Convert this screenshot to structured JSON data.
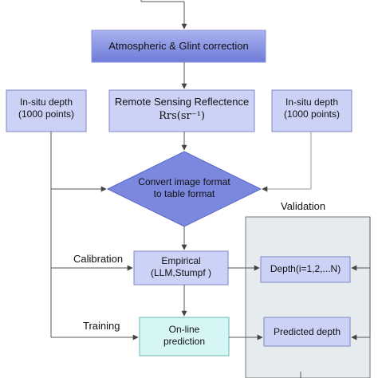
{
  "nodes": {
    "atmospheric": "Atmospheric & Glint correction",
    "rrs_title": "Remote Sensing Reflectence",
    "rrs_formula": "Rrs(sr⁻¹)",
    "insitu_left_line1": "In-situ depth",
    "insitu_left_line2": "(1000 points)",
    "insitu_right_line1": "In-situ depth",
    "insitu_right_line2": "(1000 points)",
    "convert_line1": "Convert image format",
    "convert_line2": "to table format",
    "empirical_line1": "Empirical",
    "empirical_line2": "(LLM,Stumpf )",
    "depth": "Depth(i=1,2,...N)",
    "online_line1": "On-line",
    "online_line2": "prediction",
    "predicted": "Predicted depth"
  },
  "labels": {
    "validation": "Validation",
    "calibration": "Calibration",
    "training": "Training"
  },
  "colors": {
    "gradient_top": "#aab2ee",
    "gradient_bottom": "#6f7bd9",
    "box_fill": "#ccd2f6",
    "diamond_fill": "#7b88de",
    "online_fill": "#d6f6f6",
    "validation_fill": "#e6ebee",
    "line": "#555555",
    "right_line": "#999999"
  }
}
